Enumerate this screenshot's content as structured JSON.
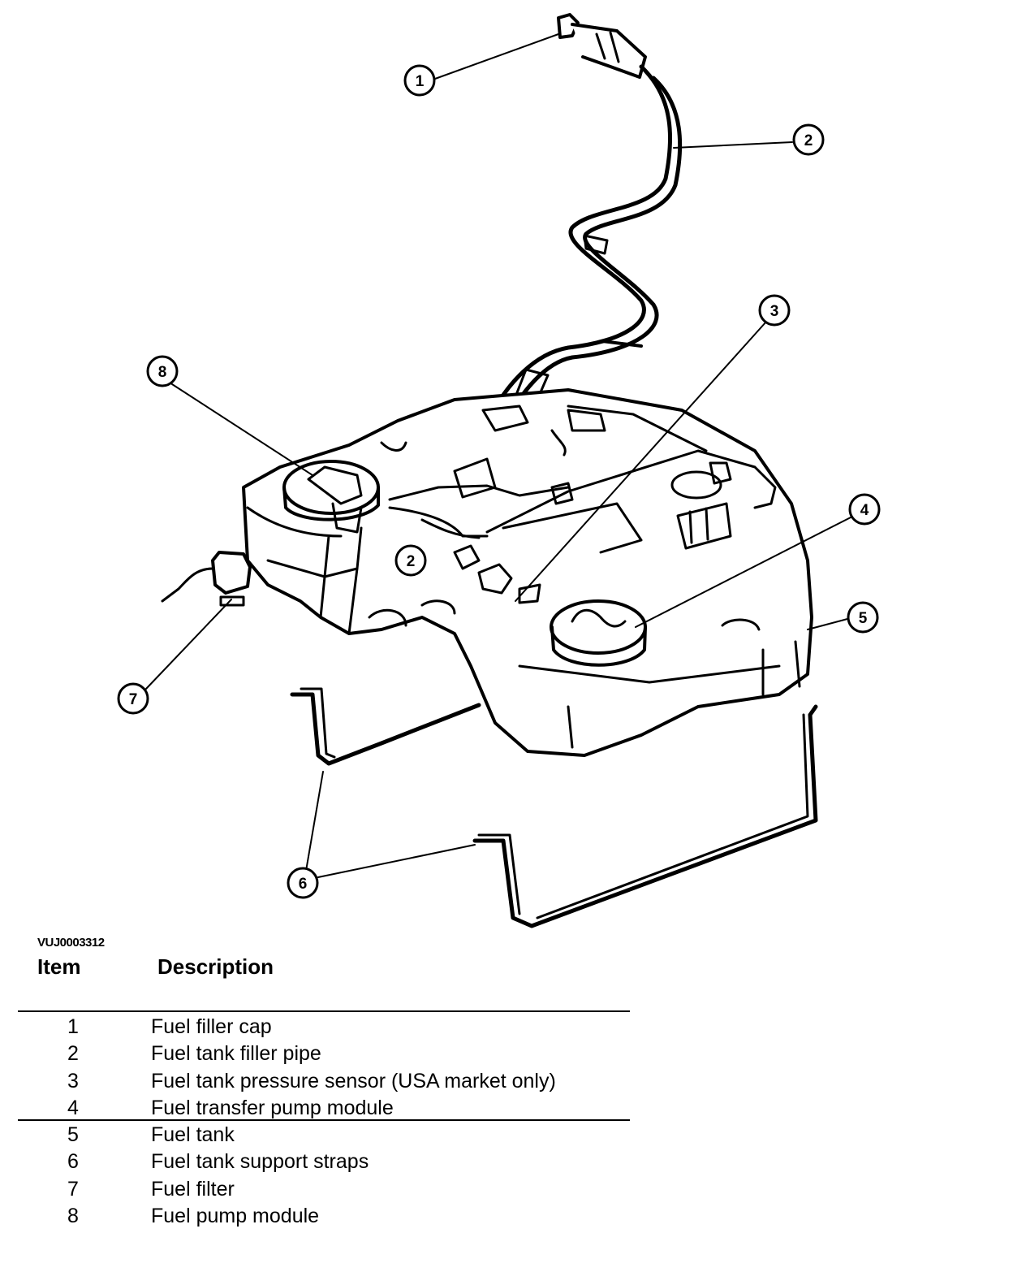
{
  "figure_id": "VUJ0003312",
  "table": {
    "header_item": "Item",
    "header_description": "Description",
    "rows": [
      {
        "item": "1",
        "description": "Fuel filler cap"
      },
      {
        "item": "2",
        "description": "Fuel tank filler pipe"
      },
      {
        "item": "3",
        "description": "Fuel tank pressure sensor (USA market only)"
      },
      {
        "item": "4",
        "description": "Fuel transfer pump module"
      },
      {
        "item": "5",
        "description": "Fuel tank"
      },
      {
        "item": "6",
        "description": "Fuel tank support straps"
      },
      {
        "item": "7",
        "description": "Fuel filter"
      },
      {
        "item": "8",
        "description": "Fuel pump module"
      }
    ]
  },
  "callouts": [
    {
      "label": "1"
    },
    {
      "label": "2"
    },
    {
      "label": "3"
    },
    {
      "label": "4"
    },
    {
      "label": "5"
    },
    {
      "label": "2"
    },
    {
      "label": "7"
    },
    {
      "label": "8"
    },
    {
      "label": "6"
    }
  ]
}
